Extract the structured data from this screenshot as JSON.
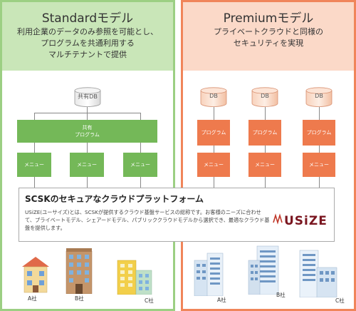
{
  "standard": {
    "title": "Standardモデル",
    "description": "利用企業のデータのみ参照を可能とし、\nプログラムを共通利用する\nマルチテナントで提供",
    "db_label": "共有DB",
    "program_label": "共有\nプログラム",
    "menus": [
      "メニュー",
      "メニュー",
      "メニュー"
    ],
    "companies": [
      "A社",
      "B社",
      "C社"
    ]
  },
  "premium": {
    "title": "Premiumモデル",
    "description": "プライベートクラウドと同様の\nセキュリティを実現",
    "db_labels": [
      "DB",
      "DB",
      "DB"
    ],
    "programs": [
      "プログラム",
      "プログラム",
      "プログラム"
    ],
    "menus": [
      "メニュー",
      "メニュー",
      "メニュー"
    ],
    "companies": [
      "A社",
      "B社",
      "C社"
    ]
  },
  "platform": {
    "title": "SCSKのセキュアなクラウドプラットフォーム",
    "description": "USiZE(ユーサイズ)とは、SCSKが提供するクラウド基盤サービスの総称です。お客様のニーズに合わせて、プライベートモデル、シェアードモデル、パブリッククラウドモデルから選択でき、最適なクラウド基盤を提供します。",
    "logo_text": "USiZE",
    "brand_color": "#c0392b"
  },
  "colors": {
    "standard_accent": "#74b858",
    "premium_accent": "#ee7a4d"
  }
}
